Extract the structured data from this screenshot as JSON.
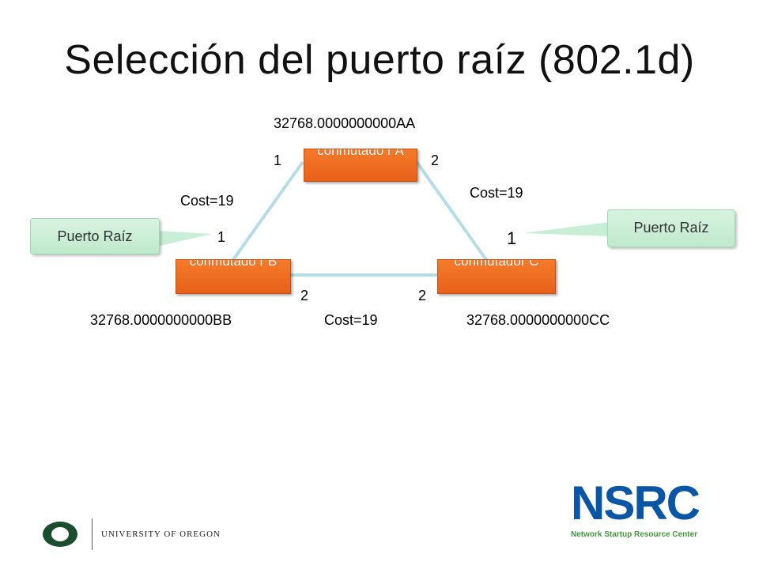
{
  "title": "Selección del puerto raíz (802.1d)",
  "switches": {
    "a": {
      "label": "conmutado r A",
      "id": "32768.0000000000AA"
    },
    "b": {
      "label": "conmutado r B",
      "id": "32768.0000000000BB"
    },
    "c": {
      "label": "conmutador C",
      "id": "32768.0000000000CC"
    }
  },
  "links": {
    "ab": {
      "cost": "Cost=19"
    },
    "ac": {
      "cost": "Cost=19"
    },
    "bc": {
      "cost": "Cost=19"
    }
  },
  "ports": {
    "a_left": "1",
    "a_right": "2",
    "b_top": "1",
    "b_right": "2",
    "c_top": "1",
    "c_left": "2"
  },
  "callouts": {
    "left": "Puerto Raíz",
    "right": "Puerto Raíz"
  },
  "colors": {
    "switch": "#e8601a",
    "link": "#b5dde6",
    "callout": "#c8eed5",
    "nsrc_blue": "#0a56a6",
    "nsrc_green": "#3f9b3a",
    "uo_green": "#1a4d2e"
  },
  "footer": {
    "university": "UNIVERSITY OF OREGON",
    "nsrc_logo": "NSRC",
    "nsrc_tagline": "Network Startup Resource Center"
  }
}
